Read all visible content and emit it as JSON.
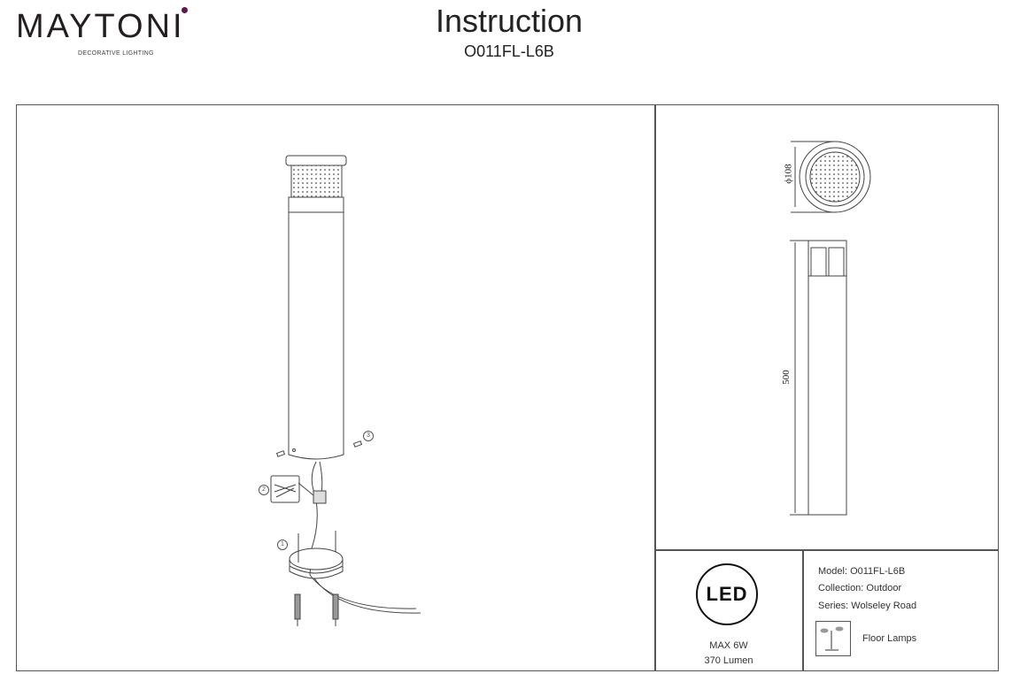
{
  "header": {
    "brand": "MAYTONI",
    "brand_tagline": "DECORATIVE LIGHTING",
    "title": "Instruction",
    "model_code": "O011FL-L6B",
    "brand_accent": "#5a1a4a"
  },
  "drawing": {
    "steps": [
      "1",
      "2",
      "3"
    ],
    "dimensions": {
      "diameter": "ϕ108",
      "height": "500"
    }
  },
  "specs": {
    "led_badge": "LED",
    "power": "MAX 6W",
    "lumen": "370 Lumen",
    "model": "Model: O011FL-L6B",
    "collection": "Collection: Outdoor",
    "series": "Series: Wolseley Road",
    "category": "Floor Lamps"
  }
}
